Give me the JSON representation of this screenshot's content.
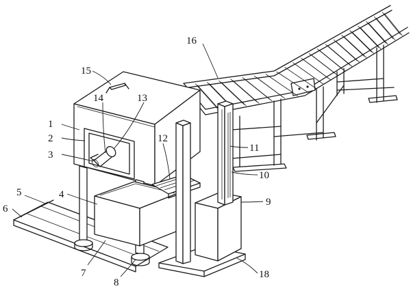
{
  "labels": [
    {
      "text": "1"
    },
    {
      "text": "2"
    },
    {
      "text": "3"
    },
    {
      "text": "4"
    },
    {
      "text": "5"
    },
    {
      "text": "6"
    },
    {
      "text": "7"
    },
    {
      "text": "8"
    },
    {
      "text": "9"
    },
    {
      "text": "10"
    },
    {
      "text": "11"
    },
    {
      "text": "12"
    },
    {
      "text": "13"
    },
    {
      "text": "14"
    },
    {
      "text": "15"
    },
    {
      "text": "16"
    },
    {
      "text": "18"
    }
  ]
}
